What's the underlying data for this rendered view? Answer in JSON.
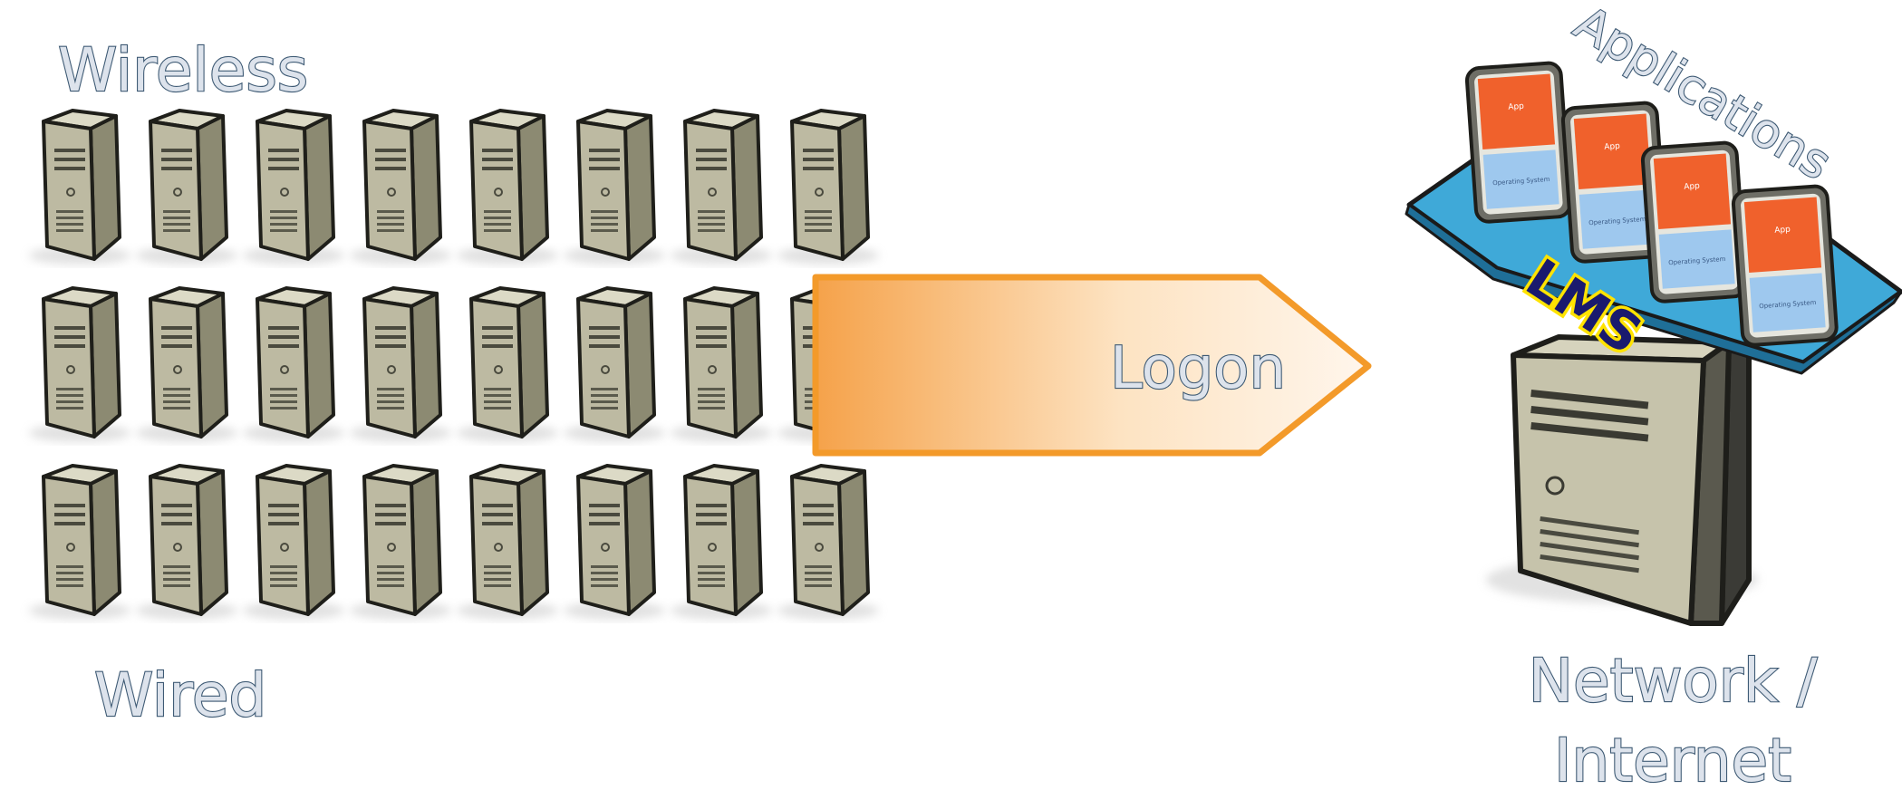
{
  "labels": {
    "wireless": "Wireless",
    "wired": "Wired",
    "logon": "Logon",
    "applications": "Applications",
    "lms": "LMS",
    "network_line1": "Network /",
    "network_line2": "Internet"
  },
  "client_grid": {
    "rows": 3,
    "columns": 8
  },
  "app_cards": [
    {
      "app": "App",
      "os": "Operating System"
    },
    {
      "app": "App",
      "os": "Operating System"
    },
    {
      "app": "App",
      "os": "Operating System"
    },
    {
      "app": "App",
      "os": "Operating System"
    }
  ],
  "colors": {
    "tower_front": "#bdbaa2",
    "tower_side": "#8c8a72",
    "tower_top": "#dcdac6",
    "arrow_stroke": "#f39a2a",
    "arrow_fill": "#fbc27a",
    "platform": "#3fa9d8",
    "app_header": "#f0612c",
    "os_panel": "#9ec8ee",
    "label_fill": "#dde3ec",
    "label_stroke": "#3e5a74",
    "lms_fill": "#1a1a6e",
    "lms_stroke": "#ffe300"
  }
}
